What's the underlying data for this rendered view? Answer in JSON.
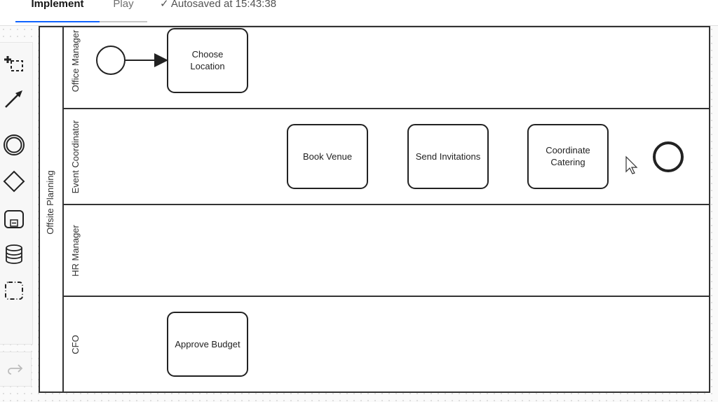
{
  "header": {
    "tabs": [
      {
        "label": "Implement",
        "active": true
      },
      {
        "label": "Play",
        "active": false
      }
    ],
    "autosave": "Autosaved at 15:43:38",
    "accent": "#0f62fe"
  },
  "palette": {
    "tools": [
      "hand-tool-icon",
      "global-connect-icon",
      "event-icon",
      "gateway-icon",
      "subprocess-icon",
      "data-store-icon",
      "group-icon"
    ],
    "redo": "redo-icon"
  },
  "diagram": {
    "pool": "Offsite Planning",
    "lanes": [
      "Office Manager",
      "Event Coordinator",
      "HR Manager",
      "CFO"
    ],
    "tasks": {
      "choose_location": [
        "Choose",
        "Location"
      ],
      "book_venue": "Book Venue",
      "send_invitations": "Send Invitations",
      "coordinate_catering": [
        "Coordinate",
        "Catering"
      ],
      "approve_budget": "Approve Budget"
    }
  }
}
